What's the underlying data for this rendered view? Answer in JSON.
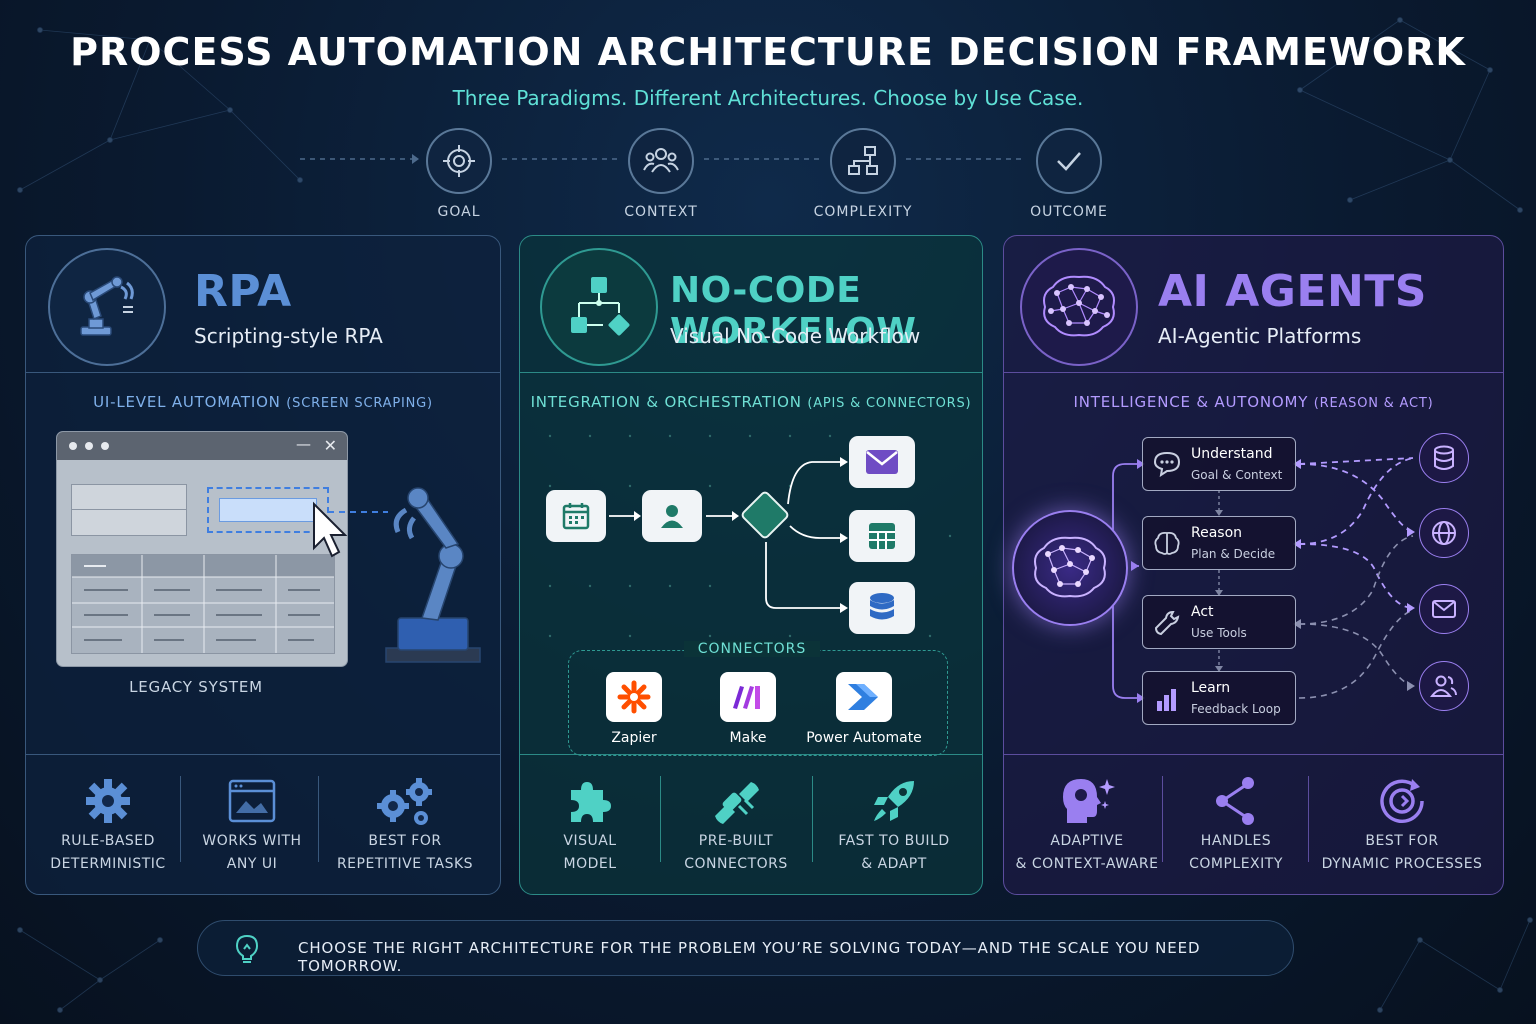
{
  "header": {
    "title": "PROCESS AUTOMATION ARCHITECTURE DECISION FRAMEWORK",
    "subtitle": "Three Paradigms. Different Architectures. Choose by Use Case."
  },
  "steps": [
    {
      "label": "GOAL",
      "icon": "target-icon"
    },
    {
      "label": "CONTEXT",
      "icon": "people-icon"
    },
    {
      "label": "COMPLEXITY",
      "icon": "hierarchy-icon"
    },
    {
      "label": "OUTCOME",
      "icon": "check-icon"
    }
  ],
  "rpa": {
    "title": "RPA",
    "subtitle": "Scripting-style RPA",
    "section": "UI-LEVEL AUTOMATION",
    "section_paren": "(SCREEN SCRAPING)",
    "legacy_label": "LEGACY SYSTEM",
    "window_close": "✕",
    "window_min": "—",
    "accent": "#5b8fd6",
    "features": [
      {
        "line1": "RULE-BASED",
        "line2": "DETERMINISTIC",
        "icon": "gear-icon"
      },
      {
        "line1": "WORKS WITH",
        "line2": "ANY UI",
        "icon": "browser-window-icon"
      },
      {
        "line1": "BEST FOR",
        "line2": "REPETITIVE TASKS",
        "icon": "gears-icon"
      }
    ]
  },
  "workflow": {
    "title": "NO-CODE WORKFLOW",
    "subtitle": "Visual No-Code Workflow",
    "section": "INTEGRATION & ORCHESTRATION",
    "section_paren": "(APIS & CONNECTORS)",
    "connectors_label": "CONNECTORS",
    "accent": "#4fd1c5",
    "connectors": [
      {
        "name": "Zapier",
        "icon": "zapier-logo-icon"
      },
      {
        "name": "Make",
        "icon": "make-logo-icon"
      },
      {
        "name": "Power Automate",
        "icon": "power-automate-logo-icon"
      }
    ],
    "features": [
      {
        "line1": "VISUAL",
        "line2": "MODEL",
        "icon": "puzzle-icon"
      },
      {
        "line1": "PRE-BUILT",
        "line2": "CONNECTORS",
        "icon": "plug-icon"
      },
      {
        "line1": "FAST TO BUILD",
        "line2": "& ADAPT",
        "icon": "rocket-icon"
      }
    ]
  },
  "ai": {
    "title": "AI AGENTS",
    "subtitle": "AI-Agentic Platforms",
    "section": "INTELLIGENCE & AUTONOMY",
    "section_paren": "(REASON & ACT)",
    "accent": "#a98bf5",
    "steps": [
      {
        "title": "Understand",
        "detail": "Goal & Context",
        "icon": "chat-icon"
      },
      {
        "title": "Reason",
        "detail": "Plan & Decide",
        "icon": "brain-icon"
      },
      {
        "title": "Act",
        "detail": "Use Tools",
        "icon": "wrench-icon"
      },
      {
        "title": "Learn",
        "detail": "Feedback Loop",
        "icon": "bar-chart-icon"
      }
    ],
    "tools": [
      "database-icon",
      "globe-icon",
      "mail-icon",
      "users-icon"
    ],
    "features": [
      {
        "line1": "ADAPTIVE",
        "line2": "& CONTEXT-AWARE",
        "icon": "head-sparkle-icon"
      },
      {
        "line1": "HANDLES",
        "line2": "COMPLEXITY",
        "icon": "share-nodes-icon"
      },
      {
        "line1": "BEST FOR",
        "line2": "DYNAMIC PROCESSES",
        "icon": "cycle-icon"
      }
    ]
  },
  "footer": {
    "text": "CHOOSE THE RIGHT ARCHITECTURE FOR THE PROBLEM YOU’RE SOLVING TODAY—AND THE SCALE YOU NEED TOMORROW.",
    "icon": "lightbulb-icon"
  }
}
